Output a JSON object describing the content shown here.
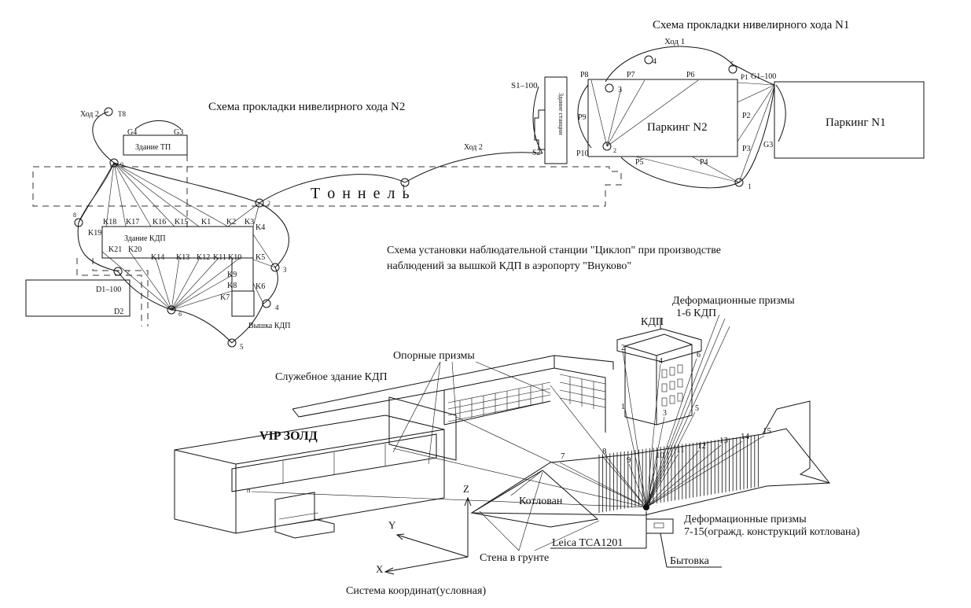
{
  "scheme_n1": {
    "title": "Схема прокладки нивелирного хода N1",
    "course_label": "Ход 1",
    "parking_n1": "Паркинг N1",
    "parking_n2": "Паркинг N2",
    "points": [
      "P1",
      "P2",
      "P3",
      "P4",
      "P5",
      "P6",
      "P7",
      "P8",
      "P9",
      "P10",
      "G1–100",
      "G3"
    ],
    "stations": [
      "1",
      "2",
      "3",
      "4",
      "5"
    ]
  },
  "scheme_n2": {
    "title": "Схема прокладки нивелирного хода N2",
    "course2_label": "Ход 2",
    "course2_label_b": "Ход 2",
    "tunnel_label": "Т о н н е л ь",
    "station_building": "Здание станции",
    "s1": "S1–100",
    "s2": "S2",
    "tp_building": "Здание ТП",
    "kdp_building": "Здание КДП",
    "kdp_tower": "Вышка КДП",
    "g3": "G3",
    "g4": "G4",
    "t8": "T8",
    "d1": "D1–100",
    "d2": "D2",
    "marks_top": [
      "K18",
      "K17",
      "K16",
      "K15",
      "K1",
      "K2",
      "K3"
    ],
    "marks_bottom": [
      "K14",
      "K13",
      "K12",
      "K11",
      "K10"
    ],
    "marks_side": [
      "K4",
      "K5",
      "K6",
      "K7",
      "K8",
      "K9"
    ],
    "marks_left": [
      "K19",
      "K21",
      "K20"
    ],
    "stations": [
      "1",
      "2",
      "3",
      "4",
      "5",
      "6",
      "7",
      "8",
      "9"
    ]
  },
  "observation": {
    "caption_line1": "Схема установки наблюдательной станции   \"Циклоп\" при производстве",
    "caption_line2": "наблюдений за вышкой КДП в аэропорту   \"Внуково\"",
    "kdp": "КДП",
    "deform_prisms_1": "Деформационные призмы",
    "deform_prisms_1b": "1-6 КДП",
    "reference_prisms": "Опорные призмы",
    "service_building": "Служебное здание КДП",
    "vip": "VIP ЗОЛД",
    "pit": "Котлован",
    "instrument": "Leica TCA1201",
    "deform_prisms_2": "Деформационные призмы",
    "deform_prisms_2b": "7-15(огражд. конструкций котлована)",
    "wall": "Стена в грунте",
    "cabin": "Бытовка",
    "coord_system": "Система координат(условная)",
    "axis_x": "X",
    "axis_y": "Y",
    "axis_z": "Z",
    "tower_prisms": [
      "1",
      "2",
      "3",
      "4",
      "5",
      "6"
    ],
    "wall_prisms": [
      "7",
      "8",
      "9",
      "10",
      "11",
      "12",
      "13",
      "14",
      "15"
    ],
    "vip_prism": "п"
  }
}
